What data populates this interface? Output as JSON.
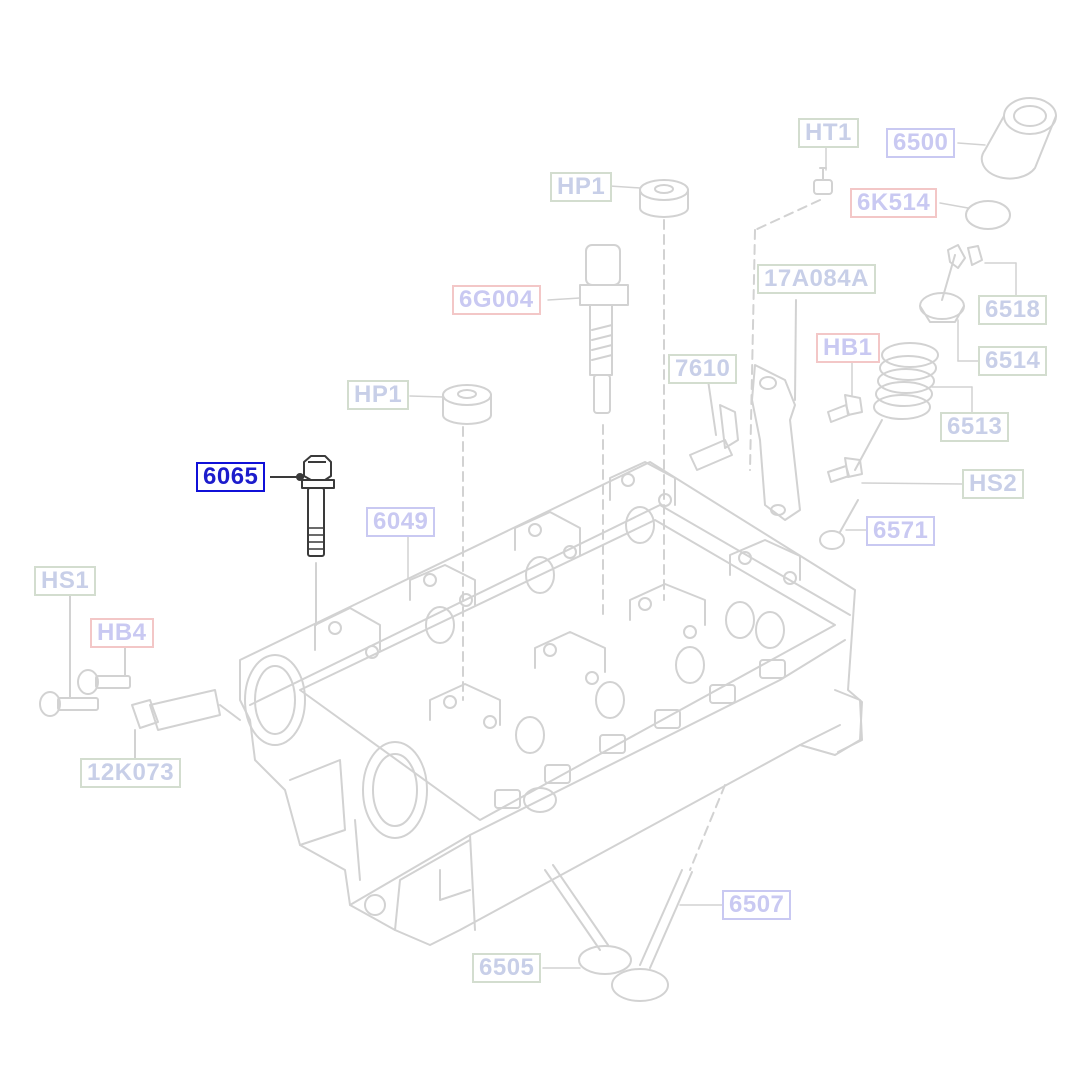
{
  "colors": {
    "line": "#d2d2d2",
    "line_dark": "#3a3a3a",
    "label_blue_text": "#c9c9f2",
    "label_green_border": "#d3ddcf",
    "label_red_border": "#f3c7c7",
    "active_text": "#1c1ccc",
    "active_border": "#1010d8"
  },
  "callouts": {
    "c6065": "6065",
    "c6049": "6049",
    "cHP1a": "HP1",
    "cHP1b": "HP1",
    "c6G004": "6G004",
    "cHT1": "HT1",
    "c6500": "6500",
    "c6K514": "6K514",
    "c17A084A": "17A084A",
    "c6518": "6518",
    "c6514": "6514",
    "cHB1": "HB1",
    "c7610": "7610",
    "c6513": "6513",
    "cHS2": "HS2",
    "c6571": "6571",
    "cHS1": "HS1",
    "cHB4": "HB4",
    "c12K073": "12K073",
    "c6507": "6507",
    "c6505": "6505"
  }
}
